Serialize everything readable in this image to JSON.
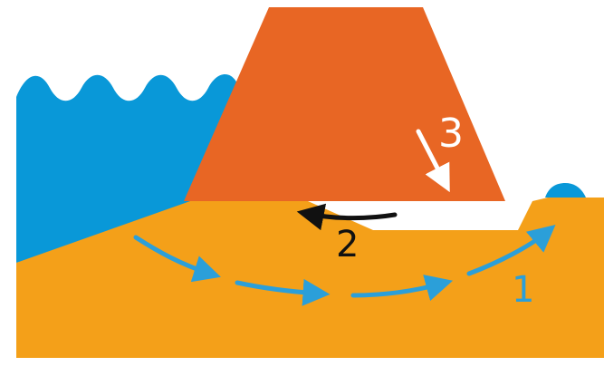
{
  "colors": {
    "background": "#ffffff",
    "water": "#0998d8",
    "soil": "#f4a019",
    "dam": "#e86624",
    "gap": "#ffffff",
    "arrow_seepage": "#2b9fd9",
    "arrow_2": "#111111",
    "arrow_3": "#ffffff"
  },
  "labels": {
    "seepage_path": "1",
    "horizontal_erosion": "2",
    "downward_pressure": "3"
  },
  "icons": {
    "seepage_arrows": "right-arrow-icon",
    "erosion_arrow": "left-arrow-icon",
    "pressure_arrow": "down-arrow-icon"
  }
}
